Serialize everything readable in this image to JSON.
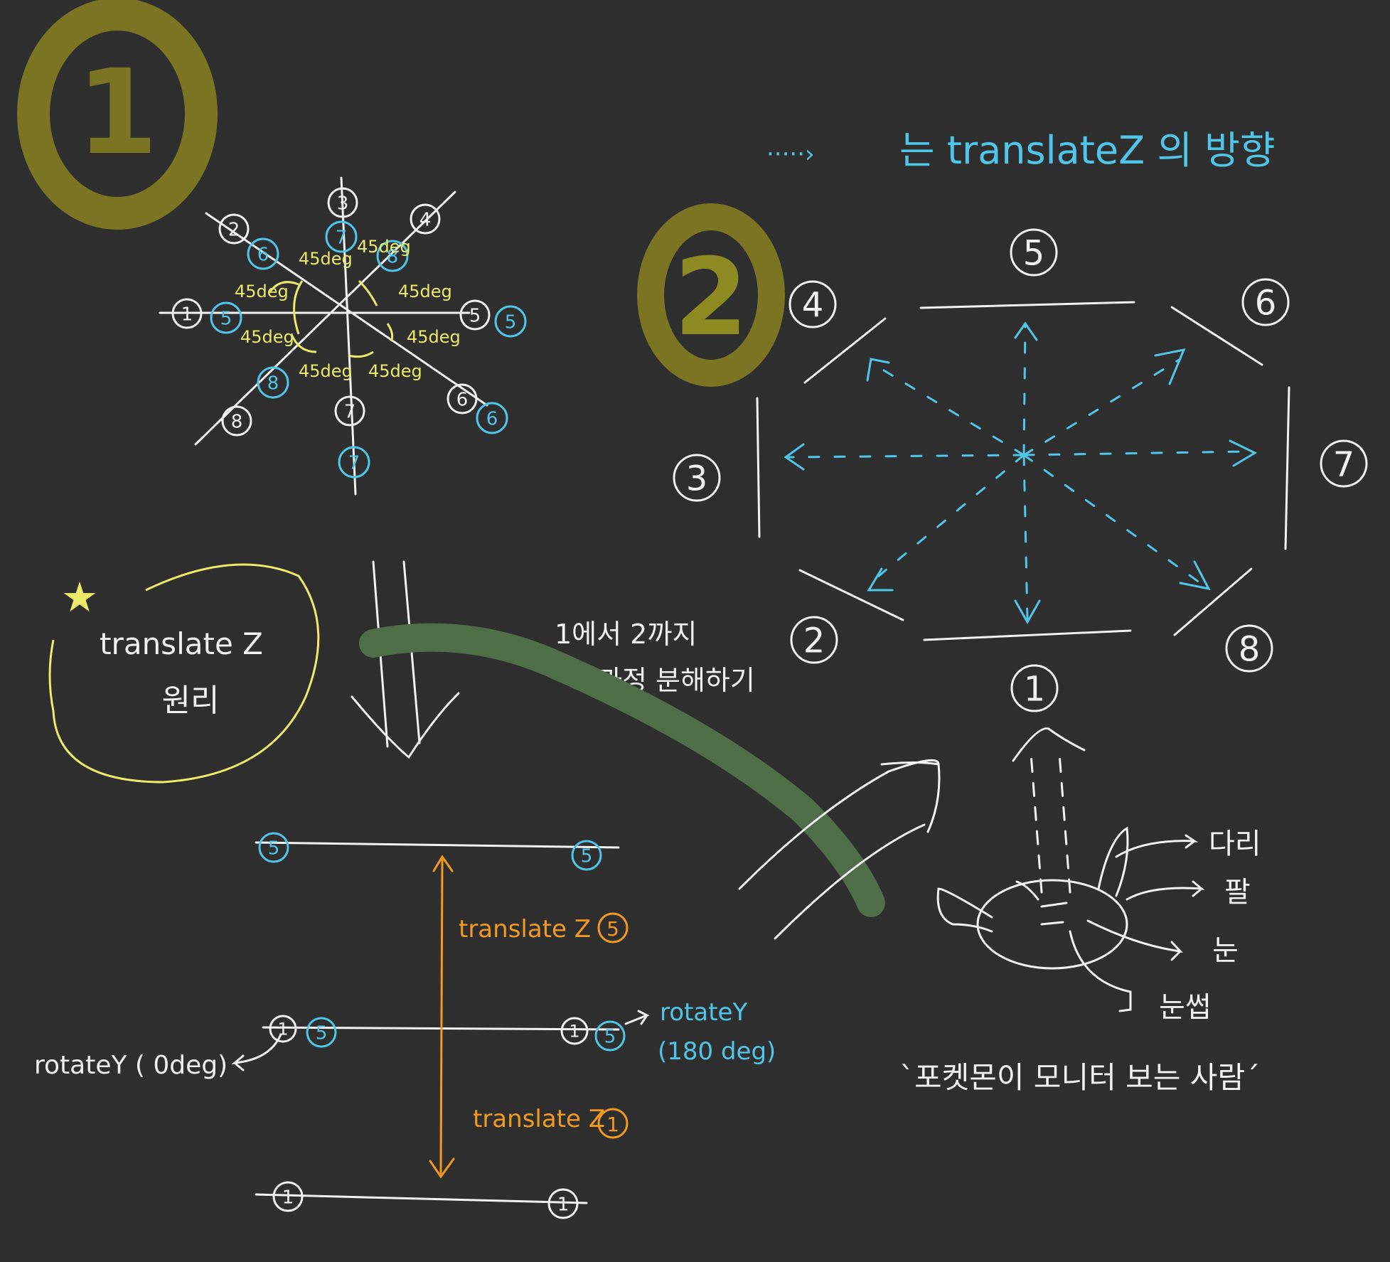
{
  "colors": {
    "background": "#2e2e2e",
    "white": "#f2f2f2",
    "cyan": "#4fc6e8",
    "yellow": "#ecec6a",
    "orange": "#f29a1e",
    "olive": "#7a7423",
    "green": "#4f6e48"
  },
  "section1": {
    "badge": "1"
  },
  "section2": {
    "badge": "2"
  },
  "wheel": {
    "white_labels": [
      "1",
      "2",
      "3",
      "4",
      "5",
      "6",
      "7",
      "8"
    ],
    "cyan_labels": [
      "5",
      "6",
      "7",
      "8",
      "5",
      "6",
      "7",
      "8"
    ],
    "angle_label": "45deg"
  },
  "star_note": {
    "star": "★",
    "line1": "translate Z",
    "line2": "원리"
  },
  "legend": {
    "arrow": "·····›",
    "text": "는 translateZ 의 방향"
  },
  "note_breakdown": {
    "line1": "1에서 2까지",
    "line2": "과정 분해하기"
  },
  "octagon_labels": [
    "1",
    "2",
    "3",
    "4",
    "5",
    "6",
    "7",
    "8"
  ],
  "viewer": {
    "labels": [
      "다리",
      "팔",
      "눈",
      "눈썹"
    ],
    "caption": "`포켓몬이 모니터 보는 사람´"
  },
  "steps": {
    "top_badges": [
      "5",
      "5"
    ],
    "translate5": {
      "text": "translate Z",
      "badge": "5"
    },
    "mid_white": [
      "1",
      "1"
    ],
    "mid_cyan": [
      "5",
      "5"
    ],
    "rotate_left": "rotateY ( 0deg)",
    "rotate_right_1": "rotateY",
    "rotate_right_2": "(180 deg)",
    "translate1": {
      "text": "translate Z",
      "badge": "1"
    },
    "bottom_badges": [
      "1",
      "1"
    ]
  }
}
